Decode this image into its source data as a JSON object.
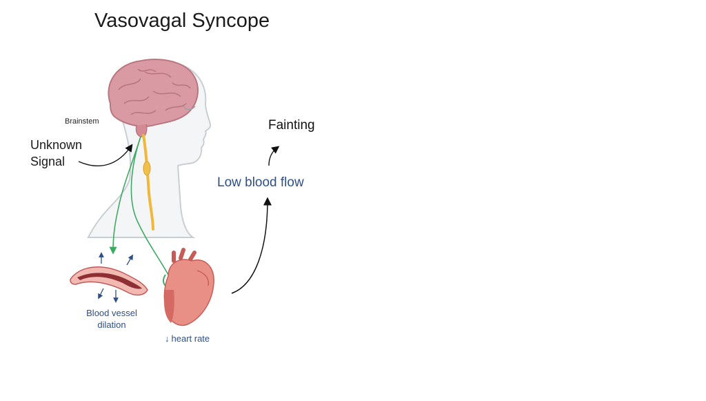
{
  "title": "Vasovagal Syncope",
  "labels": {
    "brainstem": "Brainstem",
    "unknown_line1": "Unknown",
    "unknown_line2": "Signal",
    "fainting": "Fainting",
    "low_blood_flow": "Low blood flow",
    "vessel_line1": "Blood vessel",
    "vessel_line2": "dilation",
    "heart_rate_arrow": "↓",
    "heart_rate": "heart rate"
  },
  "colors": {
    "brain": "#d99aa3",
    "head_outline": "#c9ced3",
    "nerve_green": "#3daa64",
    "spinal_yellow": "#f0b83a",
    "vessel_red": "#c05a5a",
    "heart_red": "#d46a63",
    "label_blue": "#2f4f86"
  }
}
